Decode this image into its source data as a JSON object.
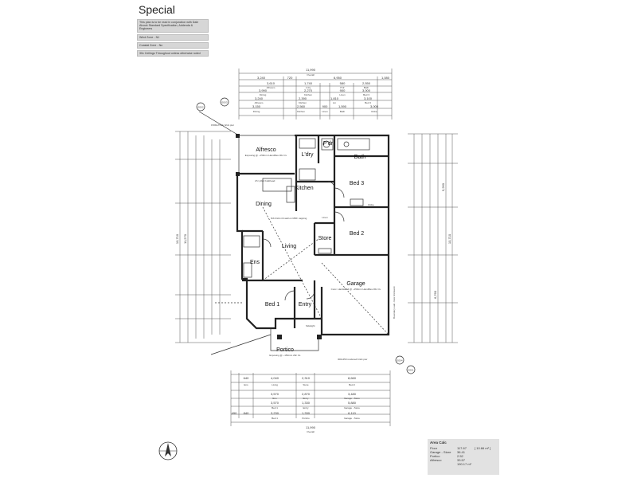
{
  "title": "Special",
  "notes": [
    "This plan is to be read in conjunction with Dale Alcock Standard Specification, Addenda & Engineers",
    "Wind Zone - N1",
    "Coastal Zone - No",
    "30c Ceilings Throughout unless otherwise noted"
  ],
  "rooms": {
    "alfresco": "Alfresco",
    "alfresco_note": "Exposing @ ~150mm Handfiles 30c CL",
    "laundry": "L'dry",
    "powder": "P'dr",
    "bath": "Bath",
    "kitchen": "Kitchen",
    "dining": "Dining",
    "bed3": "Bed 3",
    "bed2": "Bed 2",
    "store": "Store",
    "living": "Living",
    "ensuite": "Ens",
    "garage": "Garage",
    "garage_note": "Conc. Hardstand @ ~150mm Handfiles 30c CL",
    "bed1": "Bed 1",
    "entry": "Entry",
    "portico": "Portico",
    "portico_note": "Exposing @ ~150mm 29c CL",
    "linen": "Linen",
    "robe": "Robe"
  },
  "top_dims": {
    "overall": "11,990",
    "overall_label": "Overall",
    "row2": [
      "3,240",
      "720",
      "6,950",
      "1,080"
    ],
    "row3": [
      "3,610",
      "1,740",
      "580",
      "2,550"
    ],
    "row3_labels": [
      "Alfresco",
      "L'dry",
      "P'dr",
      "Bath"
    ],
    "row4": [
      "3,990",
      "2,270",
      "900",
      "3,000"
    ],
    "row4_labels": [
      "Dining",
      "Kitchen",
      "Linen",
      "Bed 3"
    ],
    "row5": [
      "3,240",
      "2,390",
      "1,810",
      "3,100"
    ],
    "row5_labels": [
      "Alfresco",
      "Kitchen",
      "Lin",
      "Bed 3"
    ],
    "row6": [
      "3,150",
      "2,560",
      "900",
      "1,590",
      "3,000"
    ],
    "row6_labels": [
      "Dining",
      "Kitchen",
      "Linen",
      "Bath",
      "Robe"
    ]
  },
  "bottom_dims": {
    "overall": "11,990",
    "overall_label": "Overall",
    "row1": [
      "640",
      "4,040",
      "2,310",
      "8,660"
    ],
    "row1_labels": [
      "Ens",
      "Living",
      "Store",
      "Bed 2"
    ],
    "row2": [
      "3,570",
      "2,870",
      "3,480"
    ],
    "row2_labels": [
      "Ens",
      "Entry",
      "Garage - Store"
    ],
    "row3": [
      "3,570",
      "1,330",
      "5,880"
    ],
    "row3_labels": [
      "Bed 1",
      "Entry",
      "Garage - Store"
    ],
    "row4": [
      "490",
      "840",
      "3,230",
      "1,330",
      "6,110"
    ],
    "row4_labels": [
      "Bed 1",
      "Portico",
      "Garage - Store"
    ]
  },
  "side_dims": {
    "left_overall": "10,710",
    "left_sub": "11,270",
    "right_overall": "10,710",
    "right_sub": "5,260",
    "right_sub2": "6,760"
  },
  "section_markers": [
    "E001",
    "E002",
    "E003",
    "E004"
  ],
  "annotations": {
    "slab_drop": "150DeThick brick pier",
    "boundary": "Boundary wall - face brickwork",
    "sidelight": "Sidelight",
    "brick_pier": "300x450 rendered brick pier",
    "wall_note": "Nib brick nib wall on MDF capping",
    "ceiling_note": "27c plbrd bulkhead"
  },
  "area_calc": {
    "title": "Area Calc",
    "rows": [
      [
        "Floor",
        "117.67",
        "[ 10.66 m² ]"
      ],
      [
        "Garage - Store",
        "36.41",
        ""
      ],
      [
        "Portico",
        "2.52",
        ""
      ],
      [
        "Alfresco",
        "33.57",
        ""
      ],
      [
        "",
        "190.17 m²",
        ""
      ]
    ]
  }
}
